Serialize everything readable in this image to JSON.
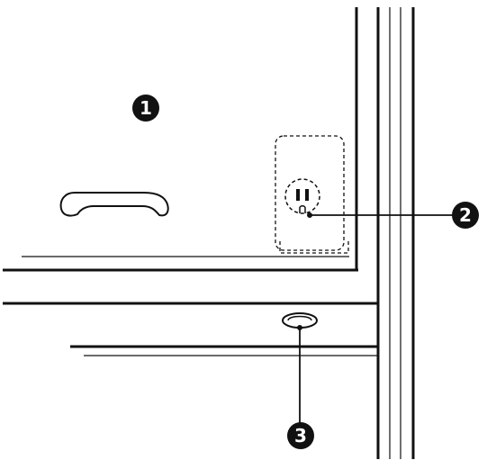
{
  "callouts": [
    {
      "id": "1",
      "label": "1",
      "part": "appliance-door-panel"
    },
    {
      "id": "2",
      "label": "2",
      "part": "power-outlet"
    },
    {
      "id": "3",
      "label": "3",
      "part": "floor-hole"
    }
  ],
  "colors": {
    "line": "#111111",
    "background": "#ffffff",
    "callout_fill": "#111111",
    "callout_text": "#ffffff"
  }
}
